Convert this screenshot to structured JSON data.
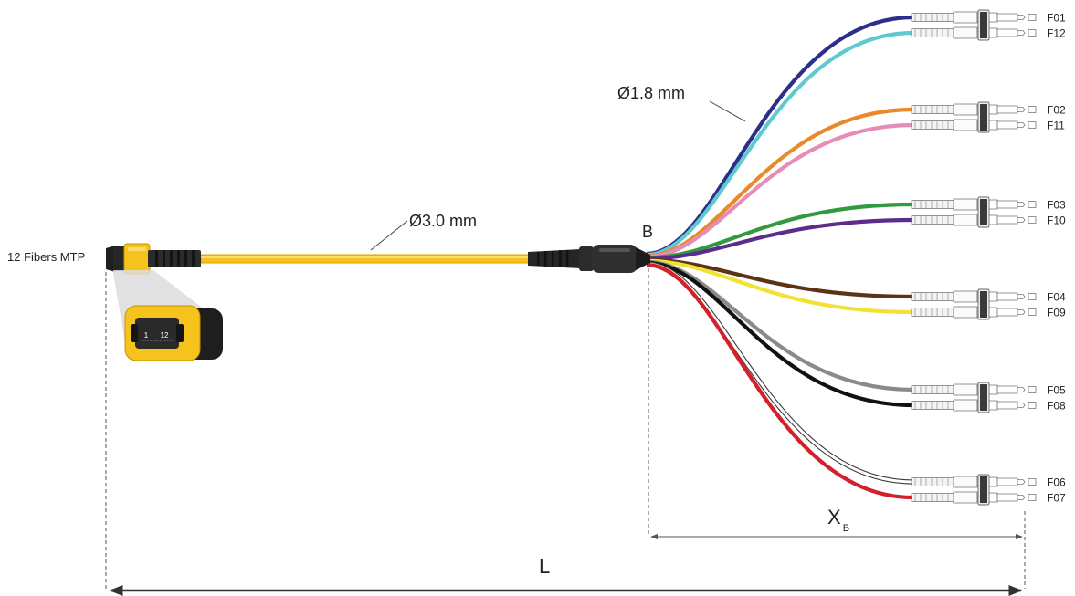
{
  "labels": {
    "connector": "12 Fibers MTP",
    "trunk_diameter": "Ø3.0 mm",
    "breakout_diameter": "Ø1.8 mm",
    "breakout_point": "B",
    "breakout_length_main": "X",
    "breakout_length_sub": "B",
    "total_length": "L",
    "ferrule_pin_first": "1",
    "ferrule_pin_last": "12"
  },
  "colors": {
    "trunk": "#f6c21c",
    "trunk_edge": "#d9a300",
    "boot": "#2b2b2b",
    "dimension": "#555555"
  },
  "fibers": [
    {
      "label": "F01",
      "color": "#2b2f8a"
    },
    {
      "label": "F12",
      "color": "#5ec9cf"
    },
    {
      "label": "F02",
      "color": "#e8892b"
    },
    {
      "label": "F11",
      "color": "#e58db6"
    },
    {
      "label": "F03",
      "color": "#2f9a3e"
    },
    {
      "label": "F10",
      "color": "#5b2c8c"
    },
    {
      "label": "F04",
      "color": "#5a3415"
    },
    {
      "label": "F09",
      "color": "#f2e233"
    },
    {
      "label": "F05",
      "color": "#8a8a8a"
    },
    {
      "label": "F08",
      "color": "#111111"
    },
    {
      "label": "F06",
      "color": "#ffffff"
    },
    {
      "label": "F07",
      "color": "#d4202a"
    }
  ]
}
